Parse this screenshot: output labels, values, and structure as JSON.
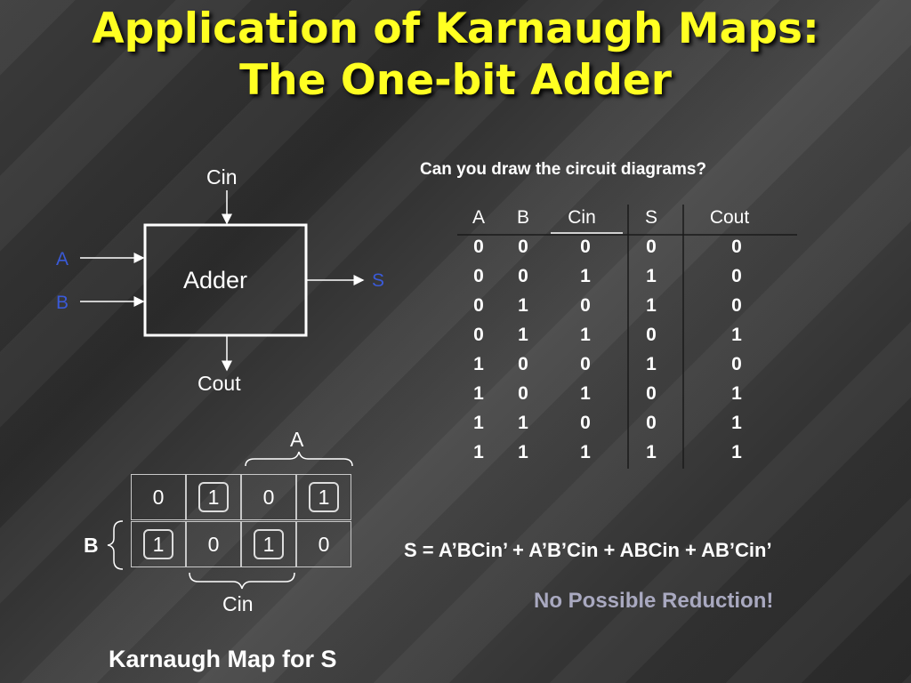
{
  "title": "Application of Karnaugh Maps: The One-bit Adder",
  "block": {
    "name": "Adder",
    "inputs": [
      "A",
      "B"
    ],
    "carry_in": "Cin",
    "output": "S",
    "carry_out": "Cout"
  },
  "question": "Can you draw the circuit diagrams?",
  "truth_table": {
    "headers": [
      "A",
      "B",
      "Cin",
      "S",
      "Cout"
    ],
    "rows": [
      [
        "0",
        "0",
        "0",
        "0",
        "0"
      ],
      [
        "0",
        "0",
        "1",
        "1",
        "0"
      ],
      [
        "0",
        "1",
        "0",
        "1",
        "0"
      ],
      [
        "0",
        "1",
        "1",
        "0",
        "1"
      ],
      [
        "1",
        "0",
        "0",
        "1",
        "0"
      ],
      [
        "1",
        "0",
        "1",
        "0",
        "1"
      ],
      [
        "1",
        "1",
        "0",
        "0",
        "1"
      ],
      [
        "1",
        "1",
        "1",
        "1",
        "1"
      ]
    ]
  },
  "kmap": {
    "label_top": "A",
    "label_side": "B",
    "label_bottom": "Cin",
    "rows": [
      [
        "0",
        "1",
        "0",
        "1"
      ],
      [
        "1",
        "0",
        "1",
        "0"
      ]
    ],
    "circled": [
      [
        false,
        true,
        false,
        true
      ],
      [
        true,
        false,
        true,
        false
      ]
    ],
    "caption": "Karnaugh Map for S"
  },
  "equation": "S = A’BCin’ + A’B’Cin + ABCin + AB’Cin’",
  "conclusion": "No Possible Reduction!",
  "colors": {
    "title": "#ffff22",
    "io_label": "#3a5ad8",
    "conclusion": "#a9a9c0"
  }
}
